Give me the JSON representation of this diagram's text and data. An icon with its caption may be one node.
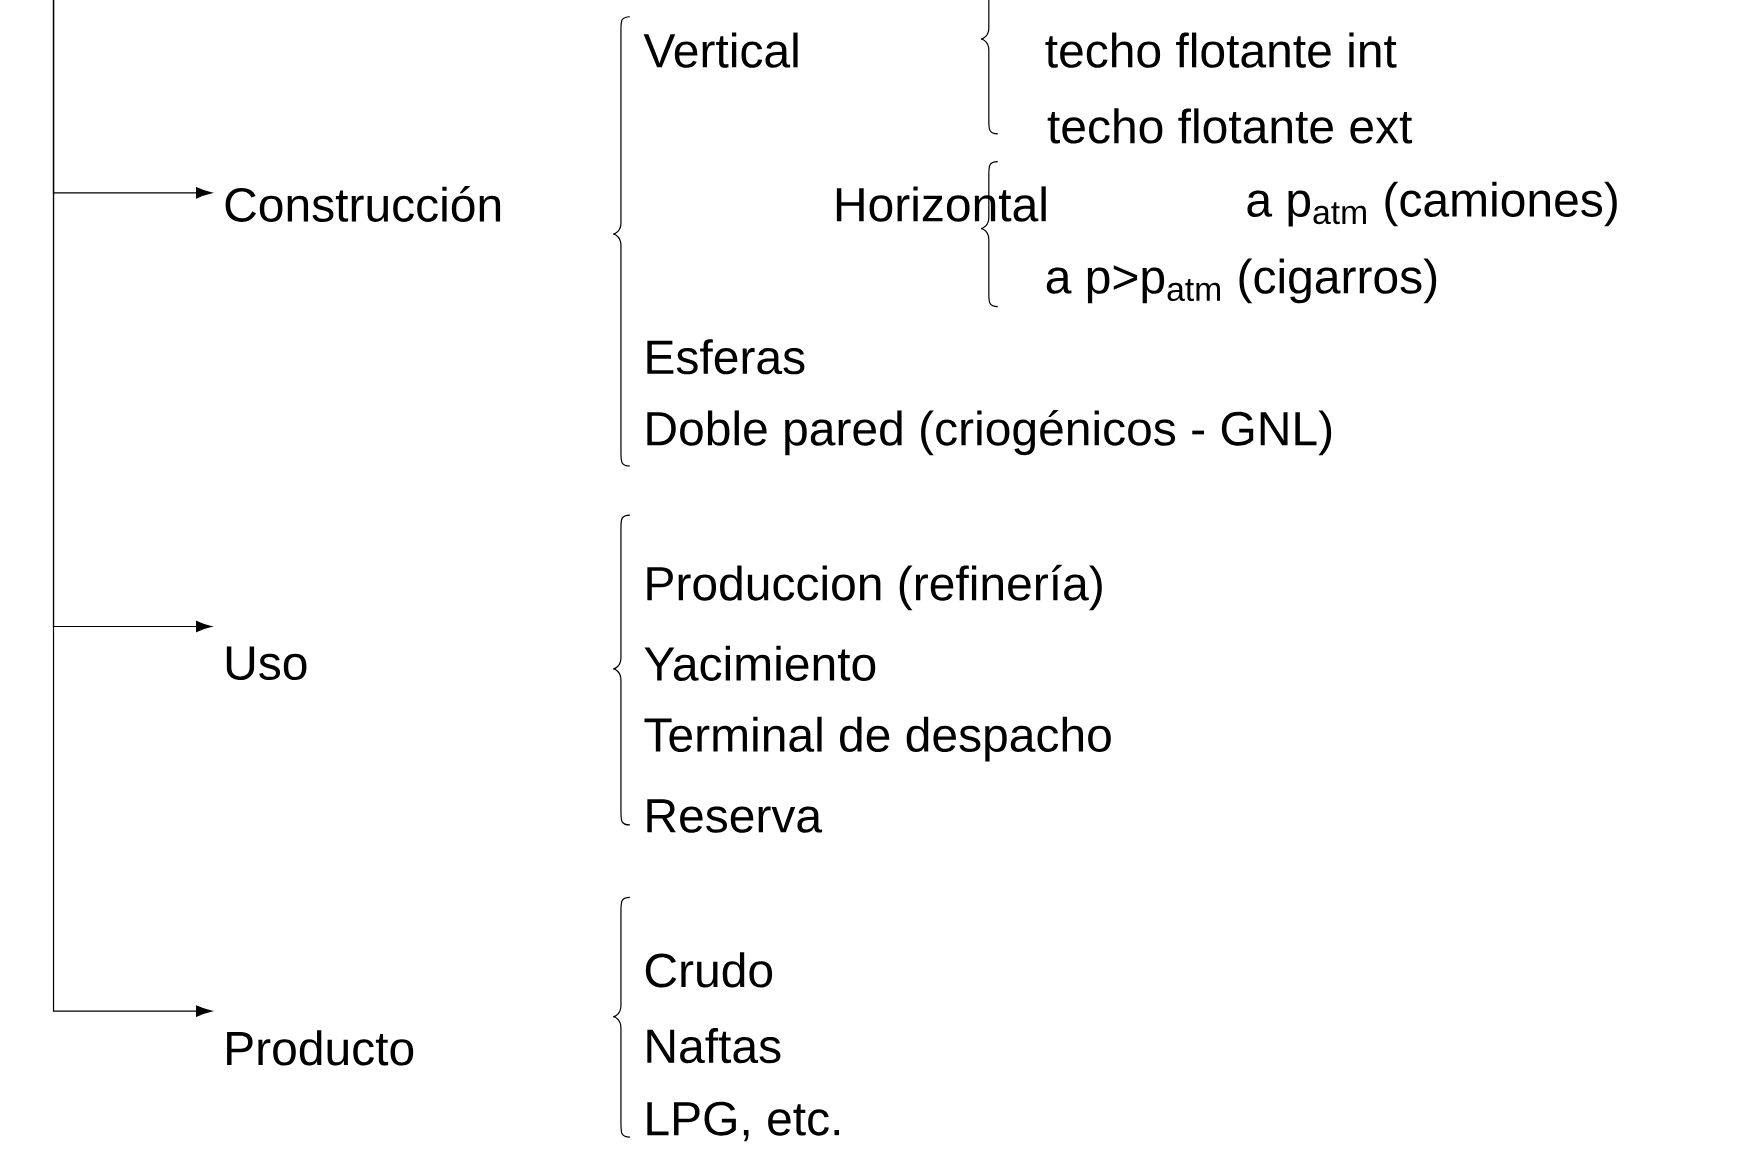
{
  "diagram": {
    "nodes": [
      {
        "text": [
          "Construcción"
        ]
      },
      {
        "text": [
          "Uso"
        ]
      },
      {
        "text": [
          "Producto"
        ]
      }
    ],
    "edges": [
      {
        "from": null,
        "to": 0,
        "arrow": "to"
      },
      {
        "from": null,
        "to": 1,
        "arrow": "to"
      },
      {
        "from": null,
        "to": 2,
        "arrow": "to"
      }
    ],
    "labels": [
      "Vertical",
      "techo flotante int",
      "techo flotante ext",
      "Horizontal",
      "a p$_{atm}$ (camiones)",
      "a p>p$_{atm}$ (cigarros)",
      "Esferas",
      "Doble pared (criogénicos - GNL)",
      "Produccion (refinería)",
      "Yacimiento",
      "Terminal de despacho",
      "Reserva",
      "Crudo",
      "Naftas",
      "LPG, etc."
    ]
  }
}
